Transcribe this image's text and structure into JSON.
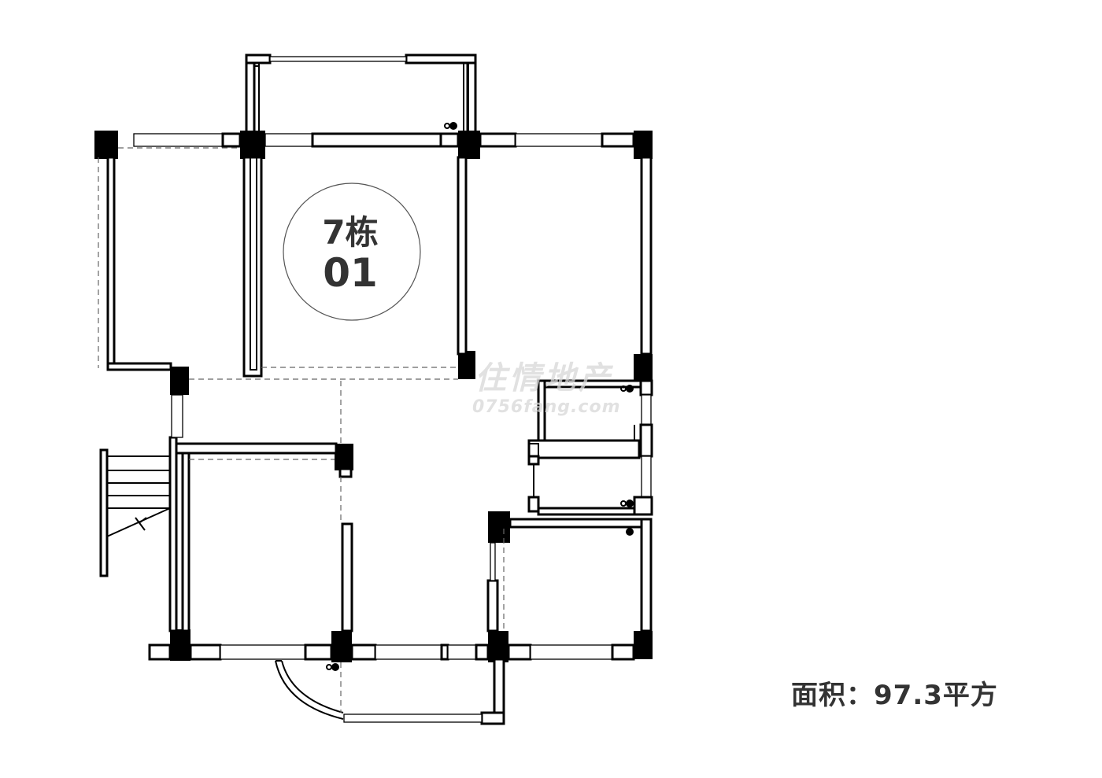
{
  "floor_plan": {
    "building_label": "7栋",
    "unit_number": "01",
    "area_label": "面积：",
    "area_value": "97.3平方"
  },
  "watermark": {
    "brand": "住情地产",
    "url": "0756fang.com"
  }
}
